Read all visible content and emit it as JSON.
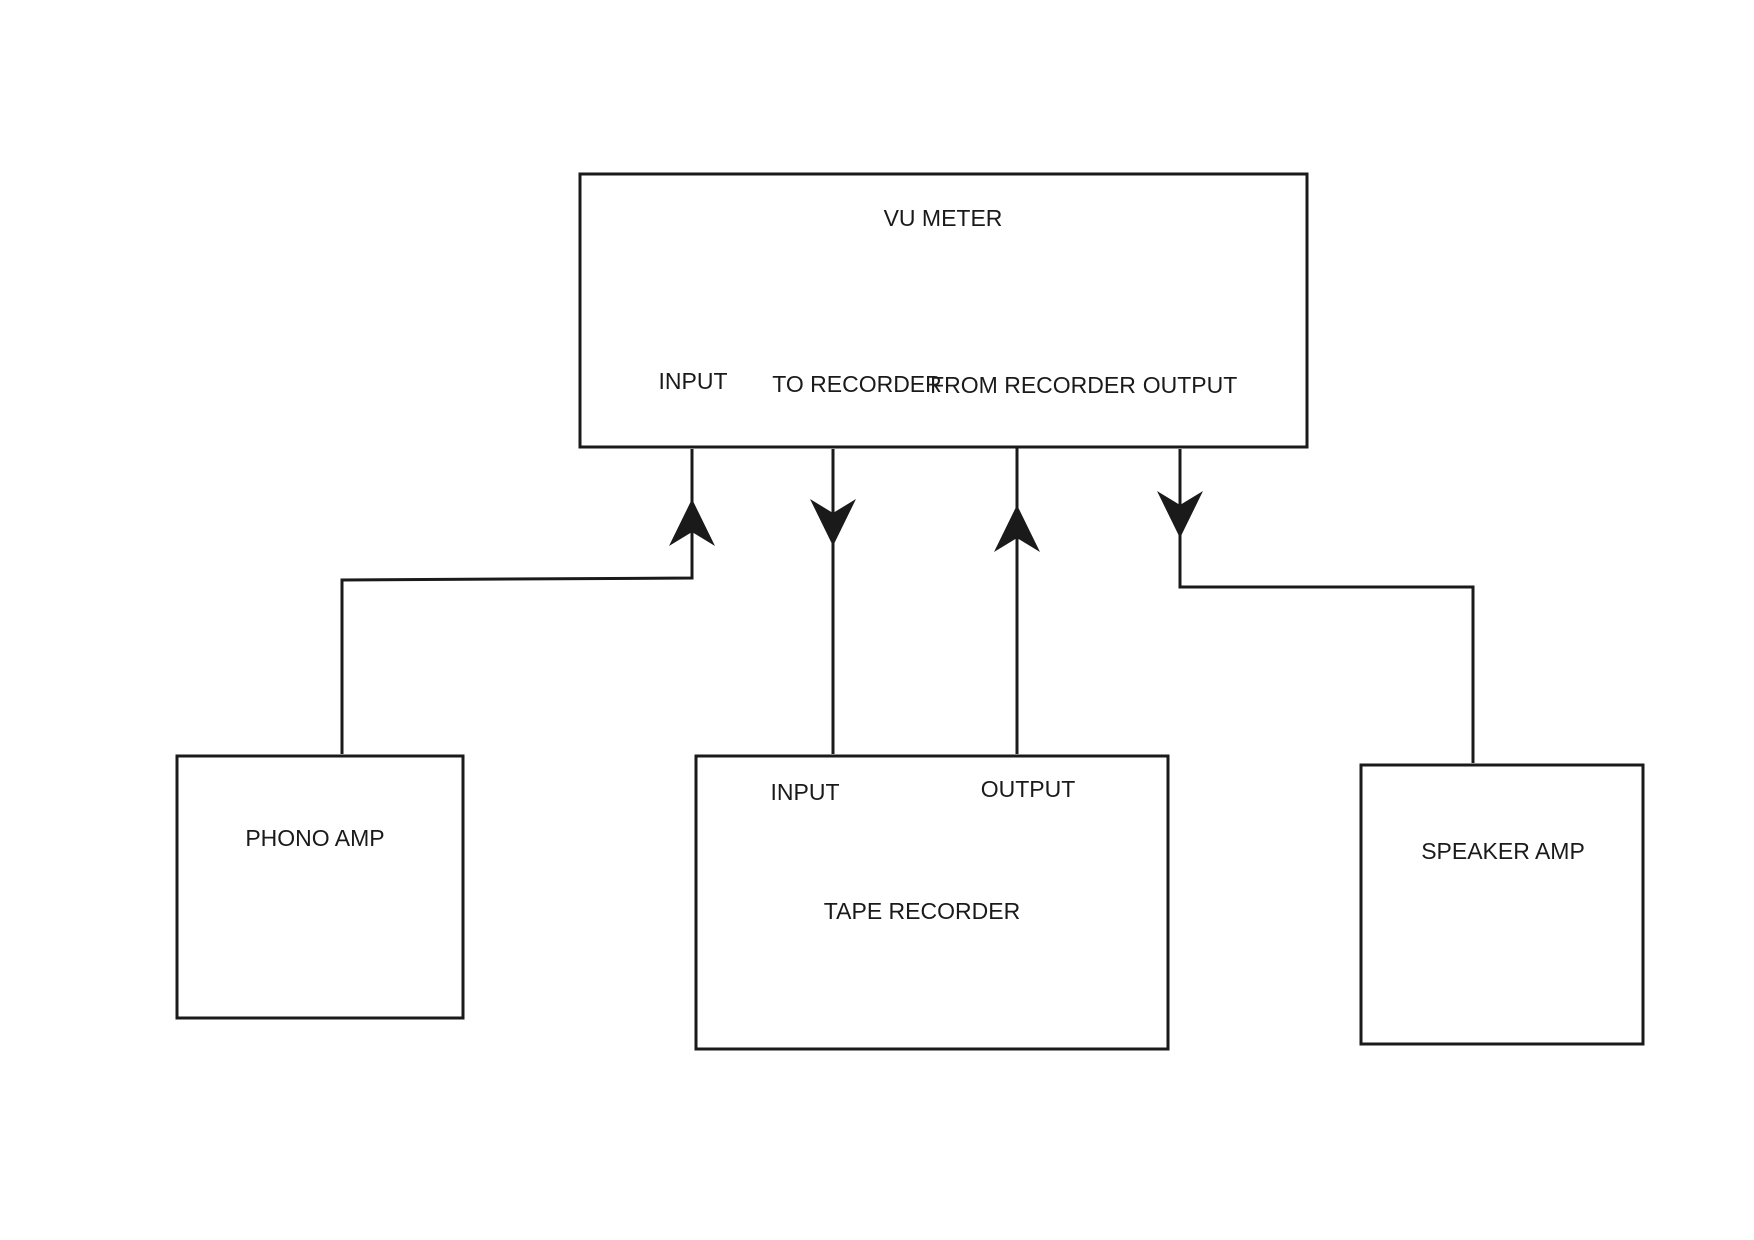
{
  "diagram": {
    "vu_meter": {
      "title": "VU METER",
      "ports": {
        "input": "INPUT",
        "to_recorder": "TO RECORDER",
        "from_recorder": "FROM RECORDER",
        "output": "OUTPUT"
      }
    },
    "phono_amp": {
      "title": "PHONO AMP"
    },
    "tape_recorder": {
      "title": "TAPE RECORDER",
      "ports": {
        "input": "INPUT",
        "output": "OUTPUT"
      }
    },
    "speaker_amp": {
      "title": "SPEAKER AMP"
    },
    "connections": [
      {
        "from": "PHONO AMP",
        "to": "VU METER INPUT"
      },
      {
        "from": "VU METER TO RECORDER",
        "to": "TAPE RECORDER INPUT"
      },
      {
        "from": "TAPE RECORDER OUTPUT",
        "to": "VU METER FROM RECORDER"
      },
      {
        "from": "VU METER OUTPUT",
        "to": "SPEAKER AMP"
      }
    ],
    "colors": {
      "line": "#1a1a1a",
      "background": "#ffffff"
    }
  }
}
